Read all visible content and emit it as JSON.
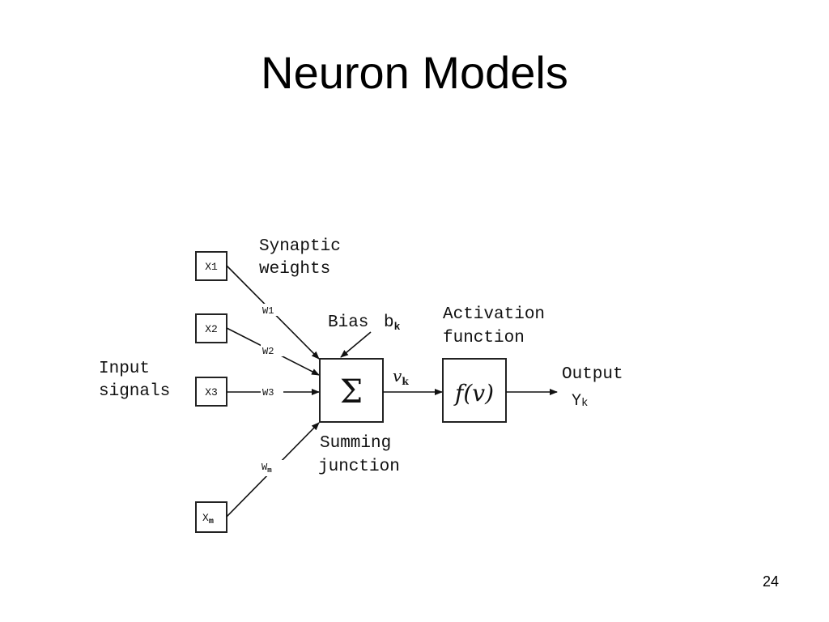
{
  "slide": {
    "title": "Neuron Models",
    "page_number": "24"
  },
  "diagram": {
    "input_label_line1": "Input",
    "input_label_line2": "signals",
    "weights_label_line1": "Synaptic",
    "weights_label_line2": "weights",
    "bias_label": "Bias",
    "bias_symbol": "b",
    "bias_subscript": "k",
    "activation_label_line1": "Activation",
    "activation_label_line2": "function",
    "summing_label_line1": "Summing",
    "summing_label_line2": "junction",
    "output_label": "Output",
    "output_symbol": "Y",
    "output_subscript": "k",
    "sum_symbol": "Σ",
    "activation_formula": "f(v)",
    "induced_field_symbol": "v",
    "induced_field_subscript": "k",
    "inputs": [
      {
        "label": "X1"
      },
      {
        "label": "X2"
      },
      {
        "label": "X3"
      },
      {
        "label": "X",
        "subscript": "m"
      }
    ],
    "weights": [
      {
        "label": "W1"
      },
      {
        "label": "W2"
      },
      {
        "label": "W3"
      },
      {
        "label": "W",
        "subscript": "m"
      }
    ]
  }
}
